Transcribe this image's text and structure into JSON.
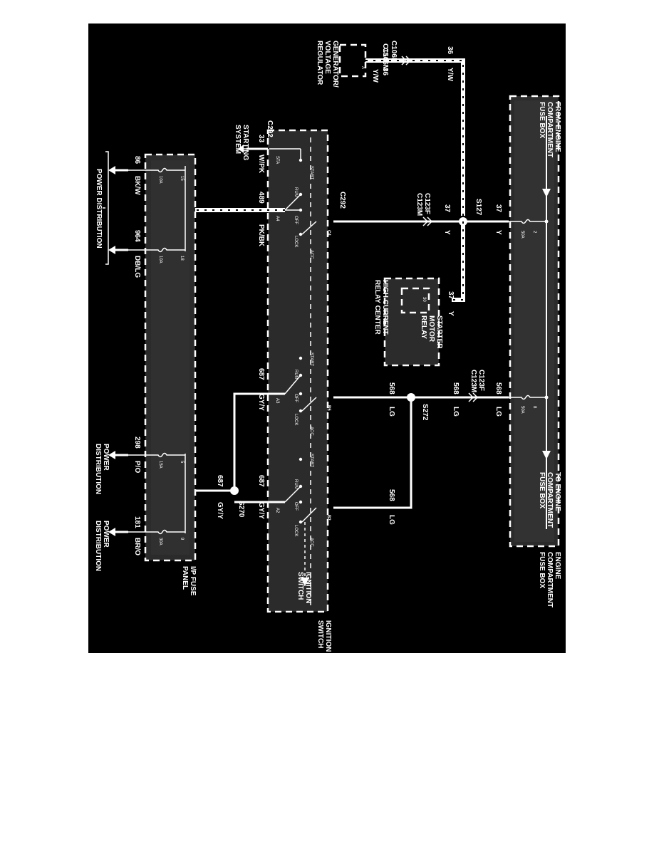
{
  "engine_fuse_box": {
    "title_line1": "ENGINE",
    "title_line2": "COMPARTMENT",
    "title_line3": "FUSE BOX",
    "from_line1": "FROM ENGINE",
    "from_line2": "COMPARTMENT",
    "from_line3": "FUSE BOX",
    "to_line1": "TO ENGINE",
    "to_line2": "COMPARTMENT",
    "to_line3": "FUSE BOX",
    "fuse_2_num": "2",
    "fuse_2_rating": "50A",
    "fuse_8_num": "8",
    "fuse_8_rating": "50A"
  },
  "generator": {
    "line1": "GENERATOR/",
    "line2": "VOLTAGE",
    "line3": "REGULATOR",
    "pin": "A",
    "connector_c154": "C154",
    "connector_c106f": "C106F",
    "connector_c106m": "C106M",
    "wire_num_1": "36",
    "wire_num_2": "36",
    "wire_color_1": "Y/W",
    "wire_color_2": "Y/W"
  },
  "relay_center": {
    "line1": "HIGH CURRENT",
    "line2": "RELAY CENTER",
    "relay_line1": "STARTER",
    "relay_line2": "MOTOR",
    "relay_line3": "RELAY",
    "pin": "30",
    "wire_num": "37",
    "wire_color": "Y"
  },
  "wires": {
    "w37_top_num": "37",
    "w37_top_color": "Y",
    "s127": "S127",
    "w37_mid_num": "37",
    "w37_mid_color": "Y",
    "c123f_a": "C123F",
    "c123m_a": "C123M",
    "c292_a": "C292",
    "w568_top_num": "568",
    "w568_top_color": "LG",
    "c123f_b": "C123F",
    "c123m_b": "C123M",
    "w568_mid_num": "568",
    "w568_mid_color": "LG",
    "w568_left_num": "568",
    "w568_left_color": "LG",
    "s272": "S272",
    "w568_right_num": "568",
    "w568_right_color": "LG"
  },
  "ignition_switch": {
    "title_line1": "IGNITION",
    "title_line2": "SWITCH",
    "arrow_line1": "IGNITION",
    "arrow_line2": "SWITCH",
    "pin_c4": "C4",
    "pin_b5": "B5",
    "pin_b2": "B2",
    "pin_sta": "STA",
    "pin_a4": "A4",
    "pin_a3": "A3",
    "pin_a2": "A2",
    "pos_start": "START",
    "pos_run": "RUN",
    "pos_off": "OFF",
    "pos_lock": "LOCK",
    "pos_acc": "ACC"
  },
  "outputs": {
    "c292": "C292",
    "starting_line1": "STARTING",
    "starting_line2": "SYSTEM",
    "w33_num": "33",
    "w33_color": "W/PK",
    "w489_num": "489",
    "w489_color": "PK/BK",
    "w687_num": "687",
    "w687_color": "GY/Y",
    "w687b_num": "687",
    "w687b_color": "GY/Y",
    "w687c_num": "687",
    "w687c_color": "GY/Y",
    "s270": "S270"
  },
  "ip_fuse_panel": {
    "line1": "I/P FUSE",
    "line2": "PANEL",
    "fuse_15_num": "15",
    "fuse_15_rating": "10A",
    "fuse_18_num": "18",
    "fuse_18_rating": "10A",
    "fuse_5_num": "5",
    "fuse_5_rating": "15A",
    "fuse_9_num": "9",
    "fuse_9_rating": "30A",
    "w86_num": "86",
    "w86_color": "BK/W",
    "w964_num": "964",
    "w964_color": "DB/LG",
    "w298_num": "298",
    "w298_color": "P/O",
    "w181_num": "181",
    "w181_color": "BR/O",
    "power_dist": "POWER DISTRIBUTION",
    "power_line1": "POWER",
    "power_line2": "DISTRIBUTION",
    "power2_line1": "POWER",
    "power2_line2": "DISTRIBUTION"
  }
}
